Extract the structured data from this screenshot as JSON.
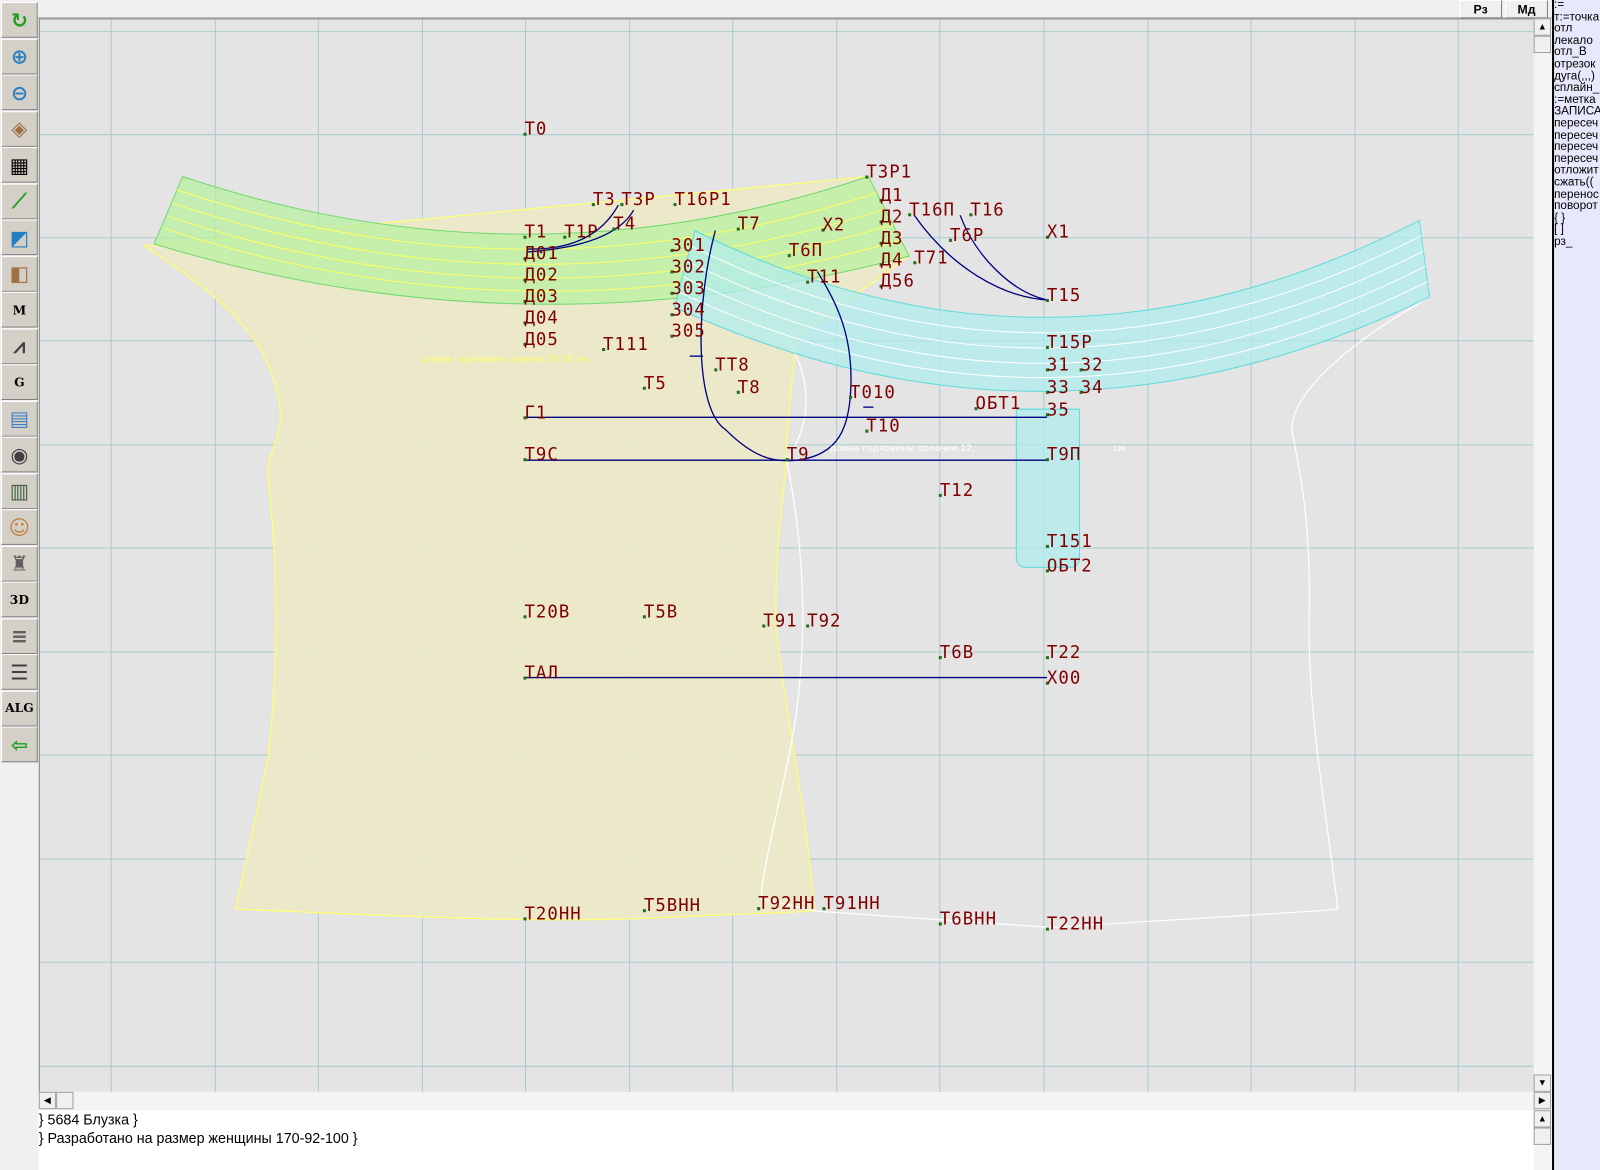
{
  "toolbar": {
    "icons": [
      "refresh-icon",
      "zoom-in-icon",
      "zoom-out-icon",
      "pattern-view-icon",
      "grid-icon",
      "line-segment-icon",
      "map-icon",
      "pattern-piece-icon",
      "pattern-m-icon",
      "compass-icon",
      "pattern-g-icon",
      "ruler-icon",
      "camera-icon",
      "spreadsheet-icon",
      "avatar-icon",
      "jacket-icon",
      "3d-icon",
      "text-list-icon",
      "layers-icon",
      "alg-icon",
      "exit-icon"
    ],
    "m_label": "M",
    "g_label": "G",
    "d3_label": "3D",
    "alg_label": "ALG"
  },
  "topbar": {
    "rz_label": "Рз",
    "md_label": "Мд"
  },
  "command_panel": {
    "items": [
      ":=",
      "т:=точка",
      "отл",
      "лекало",
      "отл_В",
      "отрезок",
      "дуга(,,,)",
      "сплайн_",
      ":=метка",
      "ЗАПИСА",
      "пересеч",
      "пересеч",
      "пересеч",
      "пересеч",
      "отложит",
      "сжать((",
      "перенос",
      "поворот",
      "{ }",
      "[ ]",
      "рз_"
    ]
  },
  "canvas": {
    "colors": {
      "label": "#800000",
      "line": "#000080",
      "front_fill": "#ece9c8",
      "band_green": "#b8f0a0",
      "band_cyan": "#b0ecec",
      "grid": "#a8cccc"
    },
    "annotations": {
      "back_neck": "длина горловины спинки   20,38     см",
      "front_neck": "длина горловины полочки   12,",
      "front_neck_unit": "см"
    },
    "labels": [
      "Т0",
      "Т3",
      "Т3Р",
      "Т4",
      "Т16Р1",
      "Т7",
      "Т1",
      "Т1Р",
      "301",
      "302",
      "303",
      "304",
      "305",
      "Д01",
      "Д02",
      "Д03",
      "Д04",
      "Д05",
      "Т111",
      "Т3Р1",
      "Д1",
      "Д2",
      "Д3",
      "Д4",
      "Д56",
      "Т16П",
      "Т16",
      "Т6Р",
      "Х2",
      "Т6П",
      "Т71",
      "Т11",
      "Х1",
      "Т15",
      "Т15Р",
      "31",
      "32",
      "33",
      "34",
      "ОБТ1",
      "35",
      "Т5",
      "ТТ8",
      "Т8",
      "Т010",
      "Т10",
      "Г1",
      "Т9С",
      "Т9",
      "Т9П",
      "Т12",
      "Т151",
      "ОБТ2",
      "Т20В",
      "Т5В",
      "Т91",
      "Т92",
      "Т6В",
      "Т22",
      "ТАЛ",
      "Х00",
      "Т20НН",
      "Т5ВНН",
      "Т92НН",
      "Т91НН",
      "Т6ВНН",
      "Т22НН"
    ]
  },
  "bottom": {
    "line1": "} 5684  Блузка }",
    "line2": "} Разработано на размер женщины 170-92-100 }"
  }
}
